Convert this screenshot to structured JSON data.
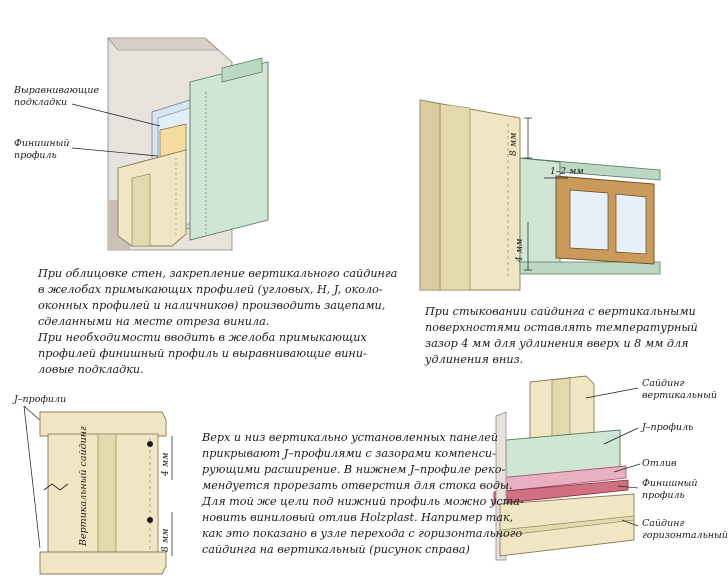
{
  "top_left": {
    "labels": {
      "shims": [
        "Выравнивающие",
        "подкладки"
      ],
      "finish_profile": [
        "Финишный",
        "профиль"
      ]
    },
    "caption_lines": [
      "При облицовке стен, закрепление вертикального сайдинга",
      "в желобах примыкающих профилей (угловых, H, J, около-",
      "оконных профилей и наличников) производить зацепами,",
      "сделанными на месте отреза винила.",
      "При необходимости вводить в желоба примыкающих",
      "профилей финишный профиль и выравнивающие вини-",
      "ловые подкладки."
    ]
  },
  "top_right": {
    "dims": {
      "top": "8 мм",
      "gap": "1–2 мм",
      "bottom": "4 мм"
    },
    "caption_lines": [
      "При стыковании сайдинга с вертикальными",
      "поверхностями оставлять температурный",
      "зазор 4 мм для удлинения вверх и 8 мм для",
      "удлинения вниз."
    ]
  },
  "bottom_left": {
    "labels": {
      "j_profiles": "J–профили",
      "vertical_siding": "Вертикальный сайдинг"
    },
    "dims": {
      "top": "4 мм",
      "bottom": "8 мм"
    }
  },
  "bottom_middle": {
    "caption_lines": [
      "Верх и низ вертикально установленных панелей",
      "прикрывают J–профилями с зазорами компенси-",
      "рующими расширение. В нижнем J–профиле реко-",
      "мендуется прорезать отверстия для стока воды.",
      "Для той же цели под нижний профиль можно уста-",
      "новить виниловый отлив Holzplast. Например так,",
      "как это показано в узле перехода с горизонтального",
      "сайдинга на вертикальный (рисунок справа)"
    ]
  },
  "bottom_right": {
    "labels": {
      "vertical_siding": [
        "Сайдинг",
        "вертикальный"
      ],
      "j_profile": "J–профиль",
      "drip": "Отлив",
      "finish_profile": [
        "Финишный",
        "профиль"
      ],
      "horizontal_siding": [
        "Сайдинг",
        "горизонтальный"
      ]
    }
  },
  "colors": {
    "siding": "#f0e6c4",
    "siding_dark": "#d9cc9f",
    "wall": "#e8e2dc",
    "wall_dark": "#c9c0b8",
    "profile_green": "#cfe6d4",
    "profile_blue": "#d6e6f0",
    "frame_wood": "#c99a5a",
    "window_glass": "#e6f0f8",
    "drip_pink": "#e8b0c0",
    "finish_red": "#d07080"
  }
}
